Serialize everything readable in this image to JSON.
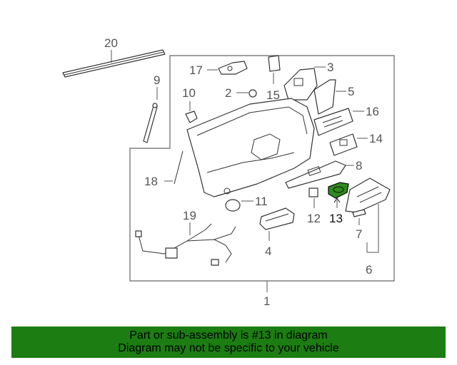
{
  "diagram": {
    "highlight_color": "#2e8b1e",
    "callouts": {
      "c1": "1",
      "c2": "2",
      "c3": "3",
      "c4": "4",
      "c5": "5",
      "c6": "6",
      "c7": "7",
      "c8": "8",
      "c9": "9",
      "c10": "10",
      "c11": "11",
      "c12": "12",
      "c13": "13",
      "c14": "14",
      "c15": "15",
      "c16": "16",
      "c17": "17",
      "c18": "18",
      "c19": "19",
      "c20": "20"
    }
  },
  "banner": {
    "line1": "Part or sub-assembly is #13 in diagram",
    "line2": "Diagram may not be specific to your vehicle",
    "color": "#1c7d12"
  }
}
